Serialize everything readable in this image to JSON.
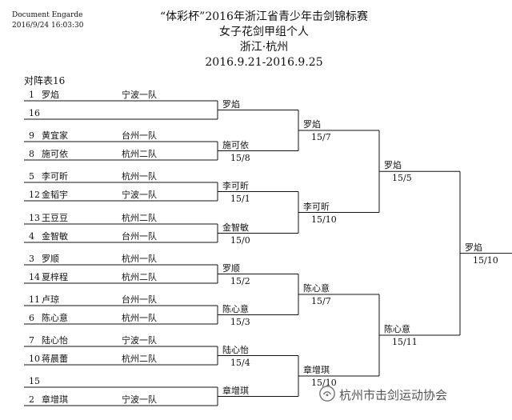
{
  "header": {
    "software": "Document Engarde",
    "timestamp": "2016/9/24 16:03:30",
    "title_lines": [
      "“体彩杯”2016年浙江省青少年击剑锦标赛",
      "女子花剑甲组个人",
      "浙江·杭州",
      "2016.9.21-2016.9.25"
    ]
  },
  "table_label": "对阵表16",
  "round1": [
    {
      "seed": "1",
      "name": "罗焰",
      "team": "宁波一队"
    },
    {
      "seed": "16",
      "name": "",
      "team": ""
    },
    {
      "seed": "9",
      "name": "黄宜家",
      "team": "台州一队"
    },
    {
      "seed": "8",
      "name": "施可依",
      "team": "杭州二队"
    },
    {
      "seed": "5",
      "name": "李可昕",
      "team": "杭州一队"
    },
    {
      "seed": "12",
      "name": "金韬宇",
      "team": "宁波一队"
    },
    {
      "seed": "13",
      "name": "王豆豆",
      "team": "杭州二队"
    },
    {
      "seed": "4",
      "name": "金智敏",
      "team": "台州一队"
    },
    {
      "seed": "3",
      "name": "罗顺",
      "team": "杭州一队"
    },
    {
      "seed": "14",
      "name": "夏梓程",
      "team": "杭州二队"
    },
    {
      "seed": "11",
      "name": "卢琼",
      "team": "台州一队"
    },
    {
      "seed": "6",
      "name": "陈心意",
      "team": "杭州一队"
    },
    {
      "seed": "7",
      "name": "陆心怡",
      "team": "宁波一队"
    },
    {
      "seed": "10",
      "name": "蒋晨蕾",
      "team": "杭州二队"
    },
    {
      "seed": "15",
      "name": "",
      "team": ""
    },
    {
      "seed": "2",
      "name": "章增琪",
      "team": "宁波一队"
    }
  ],
  "round2": [
    {
      "name": "罗焰",
      "score": ""
    },
    {
      "name": "施可依",
      "score": "15/8"
    },
    {
      "name": "李可昕",
      "score": "15/1"
    },
    {
      "name": "金智敏",
      "score": "15/0"
    },
    {
      "name": "罗顺",
      "score": "15/2"
    },
    {
      "name": "陈心意",
      "score": "15/3"
    },
    {
      "name": "陆心怡",
      "score": "15/4"
    },
    {
      "name": "章增琪",
      "score": ""
    }
  ],
  "round3": [
    {
      "name": "罗焰",
      "score": "15/7"
    },
    {
      "name": "李可昕",
      "score": "15/10"
    },
    {
      "name": "陈心意",
      "score": "15/7"
    },
    {
      "name": "章增琪",
      "score": "15/10"
    }
  ],
  "round4": [
    {
      "name": "罗焰",
      "score": "15/5"
    },
    {
      "name": "陈心意",
      "score": "15/11"
    }
  ],
  "final": {
    "name": "罗焰",
    "score": "15/10"
  },
  "watermark": "杭州市击剑运动协会"
}
